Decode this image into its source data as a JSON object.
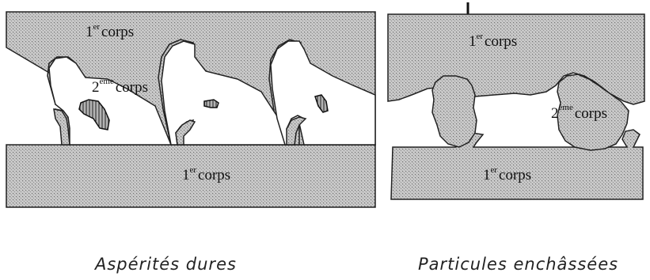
{
  "left_panel": {
    "top_body": {
      "num": "1",
      "sup": "er",
      "word": "corps"
    },
    "third_body": {
      "num": "2",
      "sup": "ème",
      "word": "corps"
    },
    "bottom_body": {
      "num": "1",
      "sup": "er",
      "word": "corps"
    },
    "caption": "Aspérités dures"
  },
  "right_panel": {
    "top_body": {
      "num": "1",
      "sup": "er",
      "word": "corps"
    },
    "third_body": {
      "num": "2",
      "sup": "ème",
      "word": "corps"
    },
    "bottom_body": {
      "num": "1",
      "sup": "er",
      "word": "corps"
    },
    "caption": "Particules enchâssées"
  }
}
